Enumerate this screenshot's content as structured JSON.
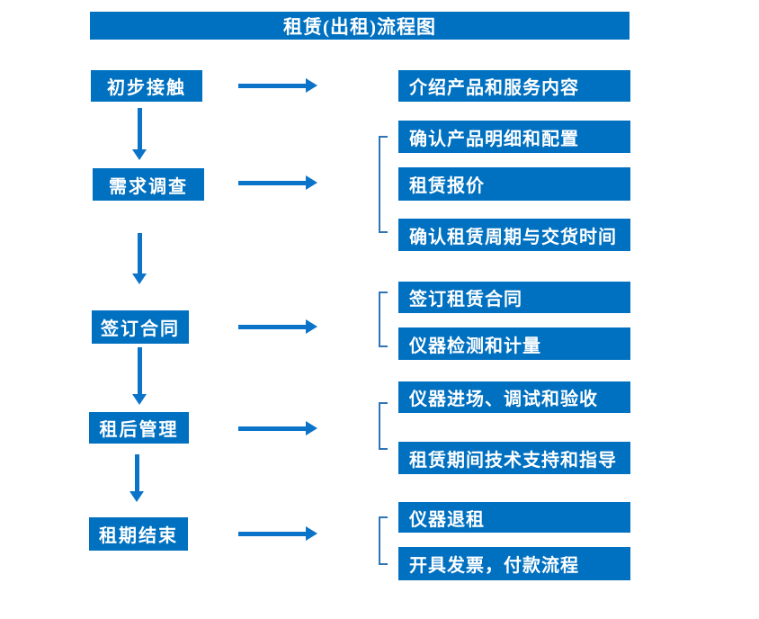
{
  "title": "租赁(出租)流程图",
  "colors": {
    "box-blue": "#0070C0",
    "arrow-blue": "#0B74C9",
    "bracket-blue": "#2E75B6",
    "text-white": "#FFFFFF"
  },
  "steps": [
    {
      "label": "初步接触"
    },
    {
      "label": "需求调查"
    },
    {
      "label": "签订合同"
    },
    {
      "label": "租后管理"
    },
    {
      "label": "租期结束"
    }
  ],
  "details": [
    {
      "label": "介绍产品和服务内容"
    },
    {
      "label": "确认产品明细和配置"
    },
    {
      "label": "租赁报价"
    },
    {
      "label": "确认租赁周期与交货时间"
    },
    {
      "label": "签订租赁合同"
    },
    {
      "label": "仪器检测和计量"
    },
    {
      "label": "仪器进场、调试和验收"
    },
    {
      "label": "租赁期间技术支持和指导"
    },
    {
      "label": "仪器退租"
    },
    {
      "label": "开具发票，付款流程"
    }
  ]
}
